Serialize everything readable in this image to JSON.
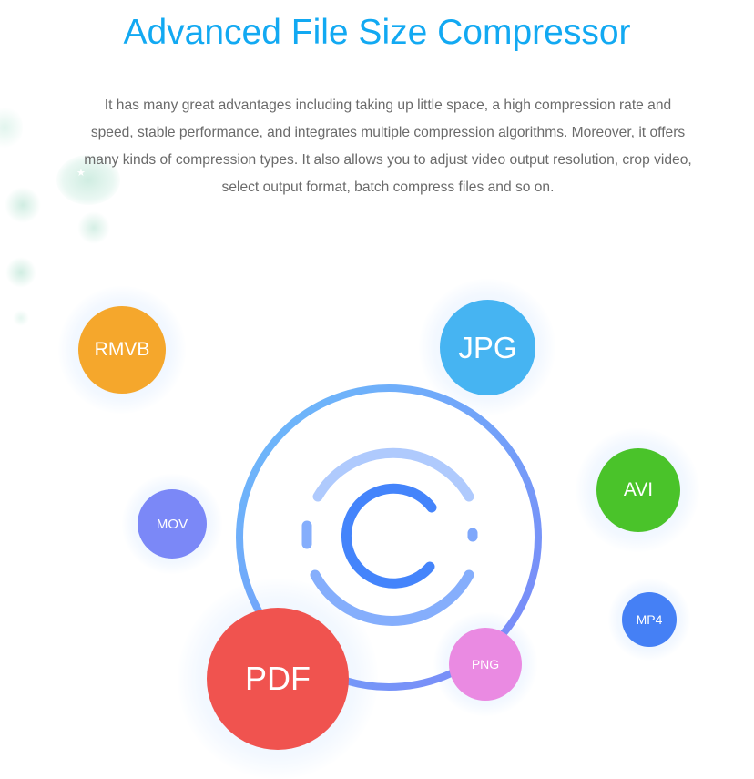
{
  "header": {
    "title": "Advanced File Size Compressor",
    "description": "It has many great advantages including taking up little space, a high compression rate and speed, stable performance, and integrates multiple compression algorithms. Moreover, it offers many kinds of compression types. It also allows you to adjust video output resolution, crop video, select output format, batch compress files and so on."
  },
  "formats": {
    "rmvb": {
      "label": "RMVB",
      "color": "#f5a72c"
    },
    "jpg": {
      "label": "JPG",
      "color": "#46b4f2"
    },
    "mov": {
      "label": "MOV",
      "color": "#7b88f7"
    },
    "avi": {
      "label": "AVI",
      "color": "#4ac32a"
    },
    "mp4": {
      "label": "MP4",
      "color": "#4580f5"
    },
    "pdf": {
      "label": "PDF",
      "color": "#f0534f"
    },
    "png": {
      "label": "PNG",
      "color": "#ea8ae2"
    }
  },
  "colors": {
    "title": "#12a9f2",
    "ring_start": "#6bbcfb",
    "ring_end": "#7b86f7",
    "logo_c": "#4484fb",
    "logo_arc_top": "#afcafd",
    "logo_arc_bottom": "#85aefc"
  }
}
